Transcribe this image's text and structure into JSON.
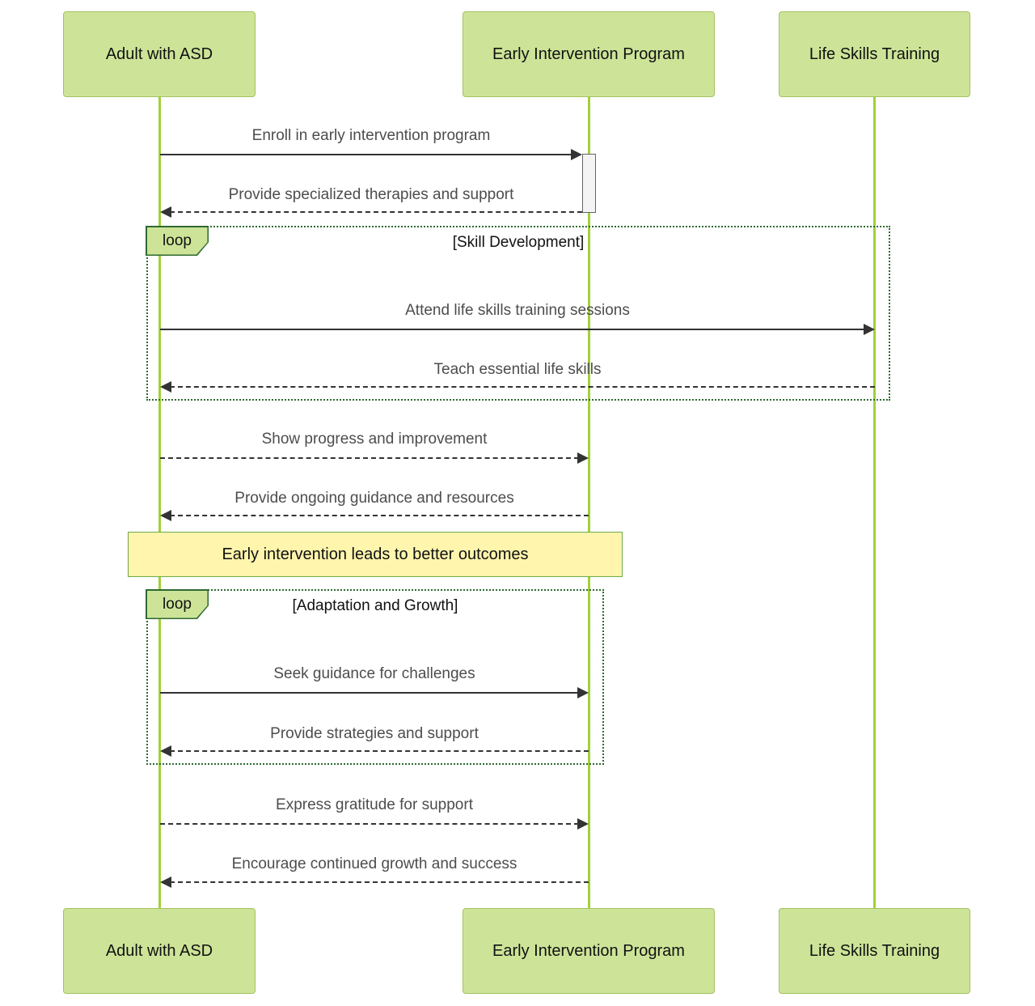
{
  "theme": {
    "actor_fill": "#cde498",
    "actor_border": "#a4c262",
    "lifeline_color": "#a2d039",
    "loop_border": "#2e6930",
    "loop_label_fill": "#cde498",
    "note_fill": "#fff5ad",
    "note_border": "#6eaa49",
    "arrow_color": "#333333",
    "message_text_color": "#4d4d4d",
    "activation_fill": "#f4f4f4",
    "activation_border": "#666666"
  },
  "actors": [
    {
      "name": "Adult with ASD"
    },
    {
      "name": "Early Intervention Program"
    },
    {
      "name": "Life Skills Training"
    }
  ],
  "messages": [
    {
      "text": "Enroll in early intervention program",
      "style": "solid",
      "direction": "right"
    },
    {
      "text": "Provide specialized therapies and support",
      "style": "dashed",
      "direction": "left"
    },
    {
      "text": "Attend life skills training sessions",
      "style": "solid",
      "direction": "right"
    },
    {
      "text": "Teach essential life skills",
      "style": "dashed",
      "direction": "left"
    },
    {
      "text": "Show progress and improvement",
      "style": "dashed",
      "direction": "right"
    },
    {
      "text": "Provide ongoing guidance and resources",
      "style": "dashed",
      "direction": "left"
    },
    {
      "text": "Seek guidance for challenges",
      "style": "solid",
      "direction": "right"
    },
    {
      "text": "Provide strategies and support",
      "style": "dashed",
      "direction": "left"
    },
    {
      "text": "Express gratitude for support",
      "style": "dashed",
      "direction": "right"
    },
    {
      "text": "Encourage continued growth and success",
      "style": "dashed",
      "direction": "left"
    }
  ],
  "loops": [
    {
      "label": "loop",
      "title": "[Skill Development]"
    },
    {
      "label": "loop",
      "title": "[Adaptation and Growth]"
    }
  ],
  "note": {
    "text": "Early intervention leads to better outcomes"
  }
}
